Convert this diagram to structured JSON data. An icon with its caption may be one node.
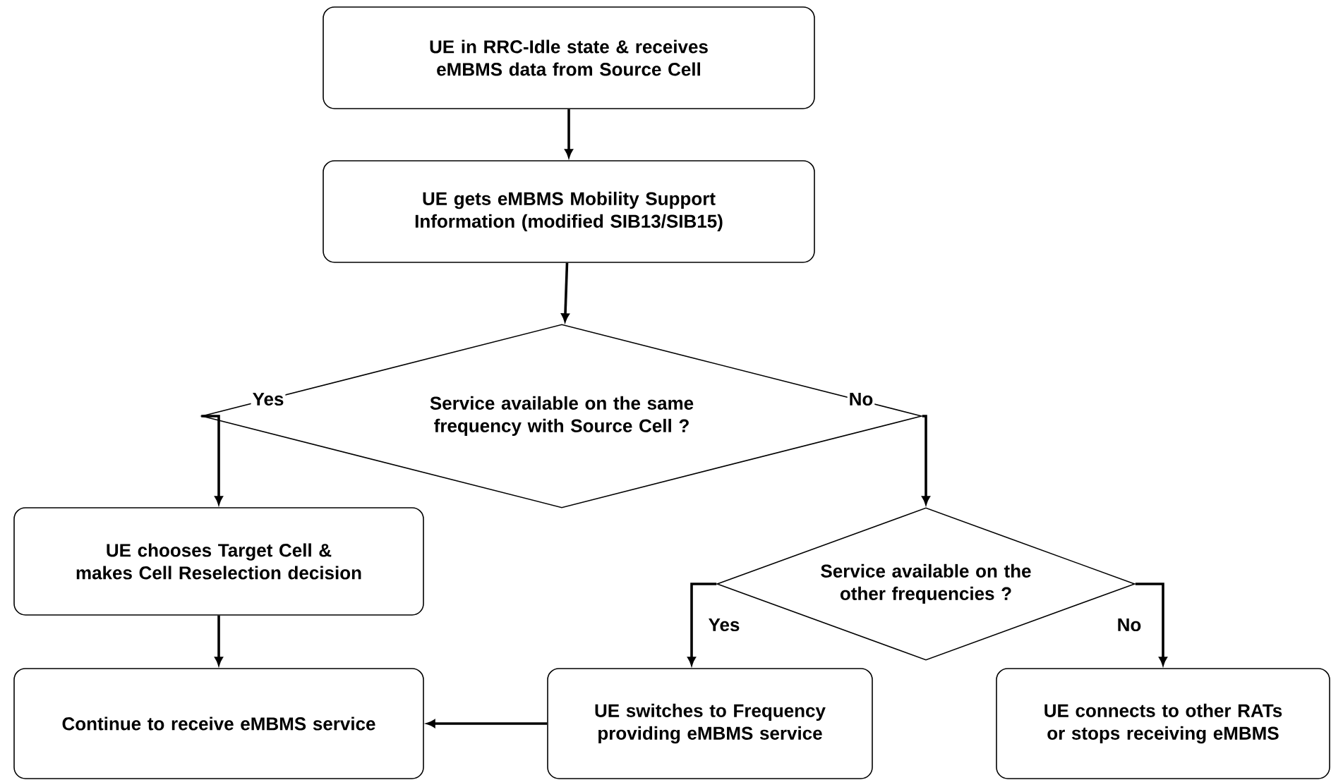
{
  "diagram": {
    "nodes": [
      {
        "text": [
          "UE in RRC-Idle state & receives eMBMS data from Source Cell"
        ]
      },
      {
        "text": [
          "UE gets eMBMS Mobility Support Information (modified SIB13/SIB15)"
        ]
      },
      {
        "text": [
          "Service available on the same frequency with Source Cell ?"
        ]
      },
      {
        "text": [
          "UE chooses Target Cell & makes Cell Reselection decision"
        ]
      },
      {
        "text": [
          "Service available on the other frequencies ?"
        ]
      },
      {
        "text": [
          "Continue to receive eMBMS service"
        ]
      },
      {
        "text": [
          "UE switches to Frequency providing eMBMS service"
        ]
      },
      {
        "text": [
          "UE connects to other RATs or stops receiving eMBMS"
        ]
      }
    ],
    "edges": [
      {
        "from": 0,
        "to": 1,
        "arrow": "to"
      },
      {
        "from": 1,
        "to": 2,
        "arrow": "to"
      },
      {
        "from": 2,
        "to": 3,
        "arrow": "to",
        "label": "Yes"
      },
      {
        "from": 2,
        "to": 4,
        "arrow": "to",
        "label": "No"
      },
      {
        "from": 3,
        "to": 5,
        "arrow": "to"
      },
      {
        "from": 4,
        "to": 6,
        "arrow": "to",
        "label": "Yes"
      },
      {
        "from": 4,
        "to": 7,
        "arrow": "to",
        "label": "No"
      },
      {
        "from": 6,
        "to": 5,
        "arrow": "to"
      }
    ]
  }
}
